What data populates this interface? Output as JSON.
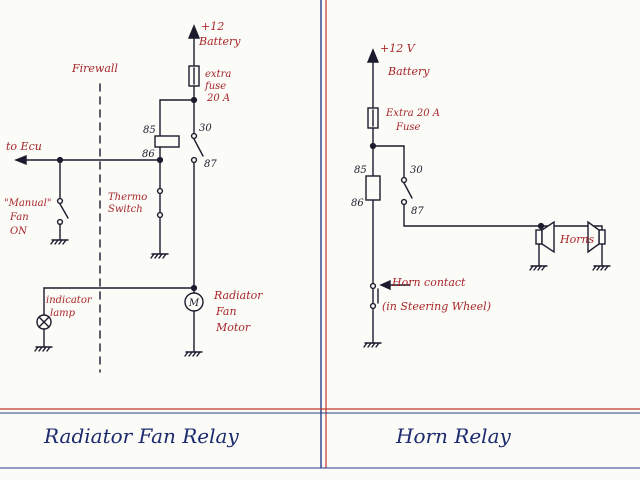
{
  "colors": {
    "paper": "#fbfbf7",
    "ink": "#1c1c2e",
    "label_red": "#a8262a",
    "border_red": "#c0392b",
    "title_blue": "#1c2a6e",
    "frame_blue": "#2a3e8f"
  },
  "fan": {
    "battery_line1": "+12",
    "battery_line2": "Battery",
    "fuse_line1": "extra",
    "fuse_line2": "fuse",
    "fuse_line3": "20 A",
    "firewall": "Firewall",
    "ecu": "to Ecu",
    "pin85": "85",
    "pin86": "86",
    "pin30": "30",
    "pin87": "87",
    "manual_line1": "\"Manual\"",
    "manual_line2": "Fan",
    "manual_line3": "ON",
    "thermo_line1": "Thermo",
    "thermo_line2": "Switch",
    "motor_symbol": "M",
    "motor_line1": "Radiator",
    "motor_line2": "Fan",
    "motor_line3": "Motor",
    "lamp_line1": "indicator",
    "lamp_line2": "lamp"
  },
  "horn": {
    "battery_line1": "+12 V",
    "battery_line2": "Battery",
    "fuse_line1": "Extra 20 A",
    "fuse_line2": "Fuse",
    "pin85": "85",
    "pin86": "86",
    "pin30": "30",
    "pin87": "87",
    "horns": "Horns",
    "contact_line1": "Horn contact",
    "contact_line2": "(in Steering Wheel)"
  },
  "titles": {
    "left": "Radiator Fan Relay",
    "right": "Horn Relay"
  }
}
